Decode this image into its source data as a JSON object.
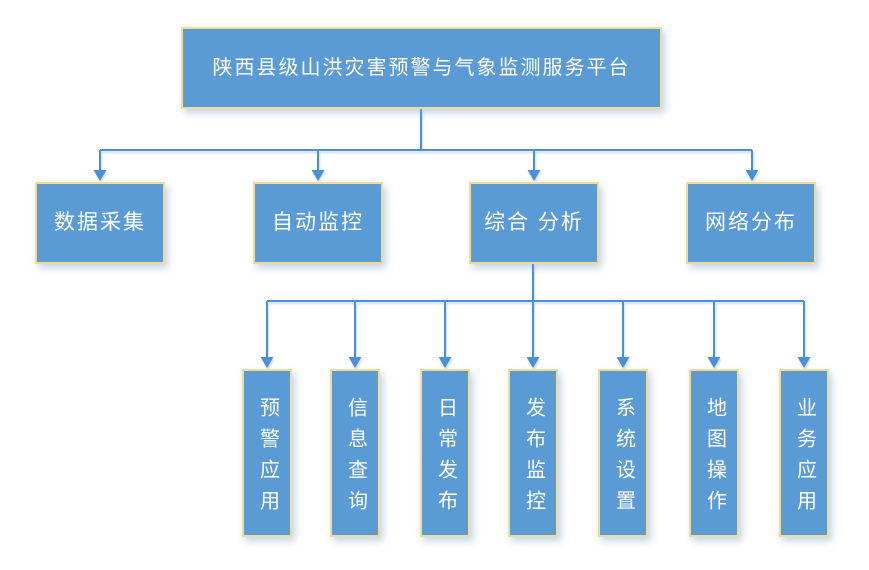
{
  "org_chart": {
    "root": {
      "label": "陕西县级山洪灾害预警与气象监测服务平台"
    },
    "level2": [
      {
        "label": "数据采集"
      },
      {
        "label": "自动监控"
      },
      {
        "label": "综合 分析",
        "children": [
          {
            "label": "预警应用"
          },
          {
            "label": "信息查询"
          },
          {
            "label": "日常发布"
          },
          {
            "label": "发布监控"
          },
          {
            "label": "系统设置"
          },
          {
            "label": "地图操作"
          },
          {
            "label": "业务应用"
          }
        ]
      },
      {
        "label": "网络分布"
      }
    ],
    "colors": {
      "node_fill": "#5B9BD5",
      "node_border": "#F0DC94",
      "connector": "#4A90D8",
      "text": "#FFFFFF",
      "background": "#FFFFFF"
    }
  }
}
